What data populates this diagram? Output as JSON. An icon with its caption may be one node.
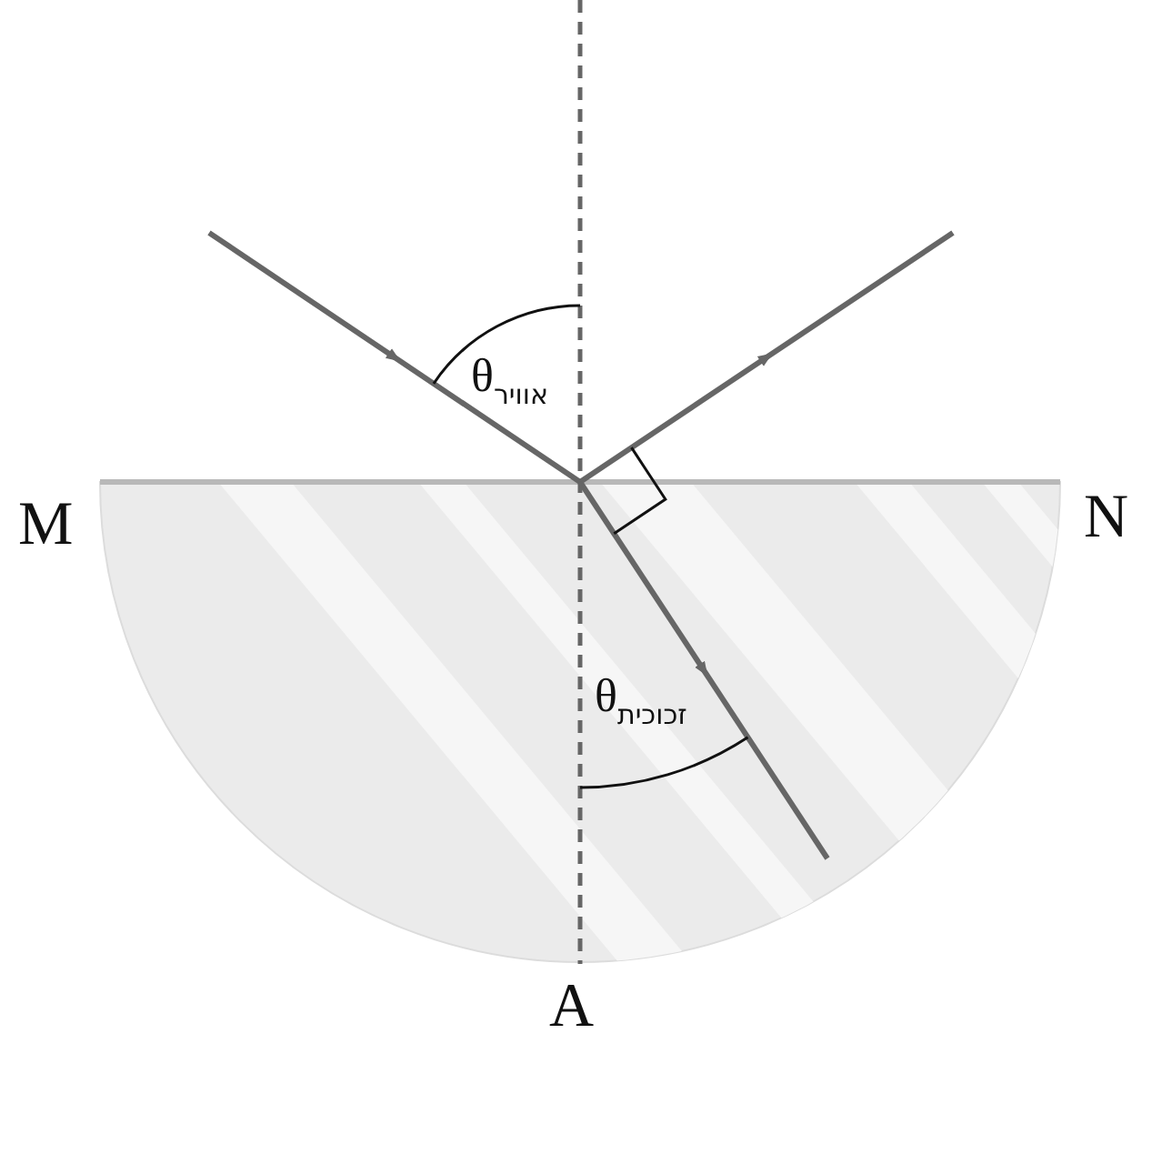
{
  "diagram": {
    "labels": [
      "M",
      "N",
      "θ$_{אוויר}$",
      "θ$_{זכוכית}$",
      "A"
    ]
  }
}
